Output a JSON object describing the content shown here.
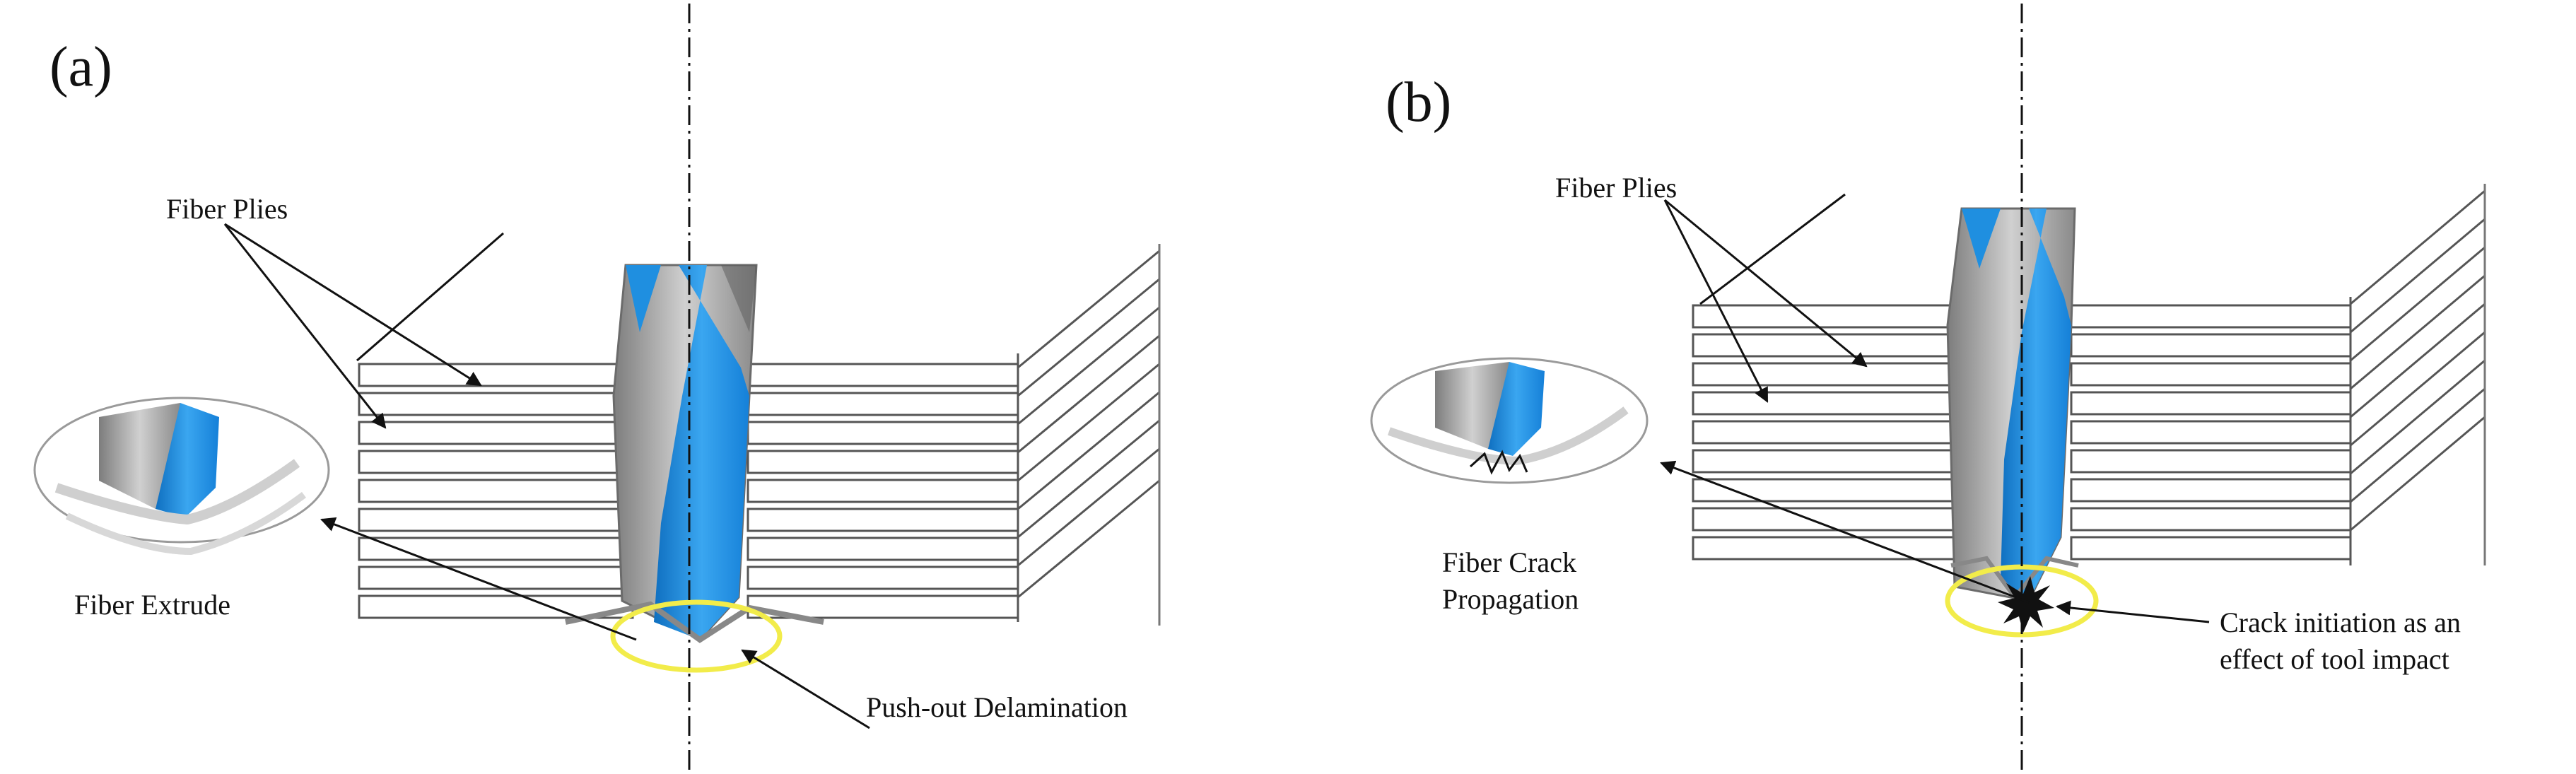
{
  "panels": [
    {
      "label": "(a)",
      "fiber_plies_label": "Fiber Plies",
      "inset_caption": "Fiber Extrude",
      "tip_callout": "Push-out Delamination"
    },
    {
      "label": "(b)",
      "fiber_plies_label": "Fiber Plies",
      "inset_caption_line1": "Fiber Crack",
      "inset_caption_line2": "Propagation",
      "tip_callout_line1": "Crack initiation as an",
      "tip_callout_line2": "effect of tool impact"
    }
  ],
  "colors": {
    "drill_blue": "#1f8fe0",
    "drill_grey": "#9a9a9a",
    "highlight_ring": "#f2ec4a",
    "ply_line": "#555555"
  }
}
